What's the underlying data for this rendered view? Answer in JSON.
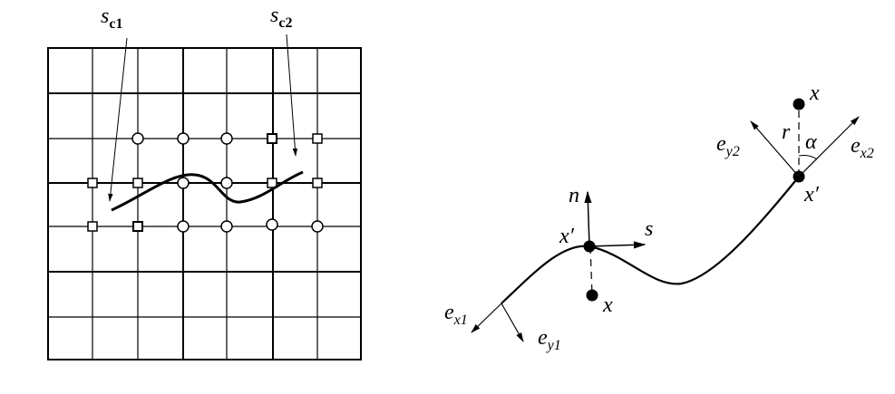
{
  "left_panel": {
    "label_sc1": {
      "main": "s",
      "sub": "c1"
    },
    "label_sc2": {
      "main": "s",
      "sub": "c2"
    }
  },
  "right_panel": {
    "n": "n",
    "s": "s",
    "x_prime_1": "x′",
    "x_1": "x",
    "x_prime_2": "x′",
    "x_2": "x",
    "r": "r",
    "alpha": "α",
    "ex1": {
      "main": "e",
      "sub": "x1"
    },
    "ey1": {
      "main": "e",
      "sub": "y1"
    },
    "ex2": {
      "main": "e",
      "sub": "x2"
    },
    "ey2": {
      "main": "e",
      "sub": "y2"
    }
  }
}
